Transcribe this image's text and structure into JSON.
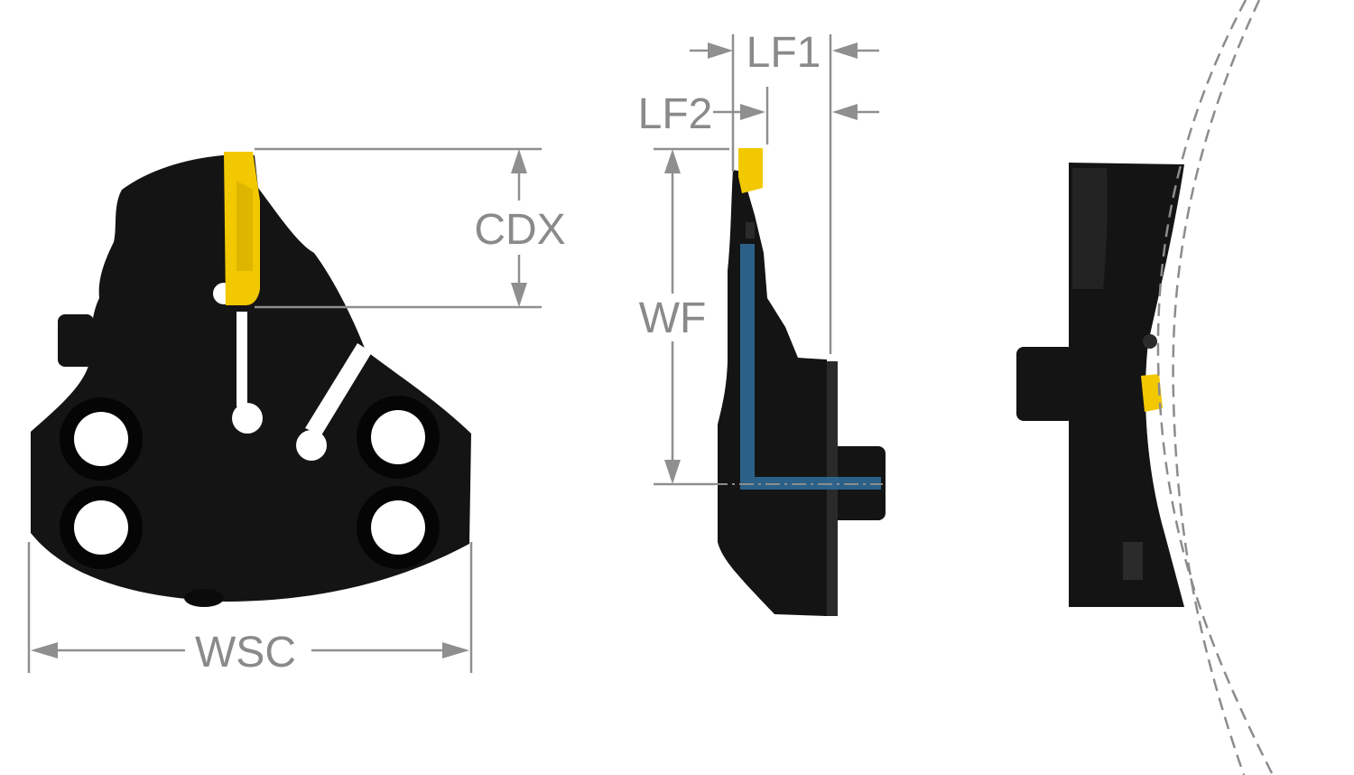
{
  "labels": {
    "cdx": "CDX",
    "wsc": "WSC",
    "lf1": "LF1",
    "lf2": "LF2",
    "wf": "WF"
  },
  "colors": {
    "tool_body": "#141414",
    "insert": "#f2c800",
    "coolant_channel": "#2f6f9e",
    "dimension_lines": "#8f8f8f"
  }
}
